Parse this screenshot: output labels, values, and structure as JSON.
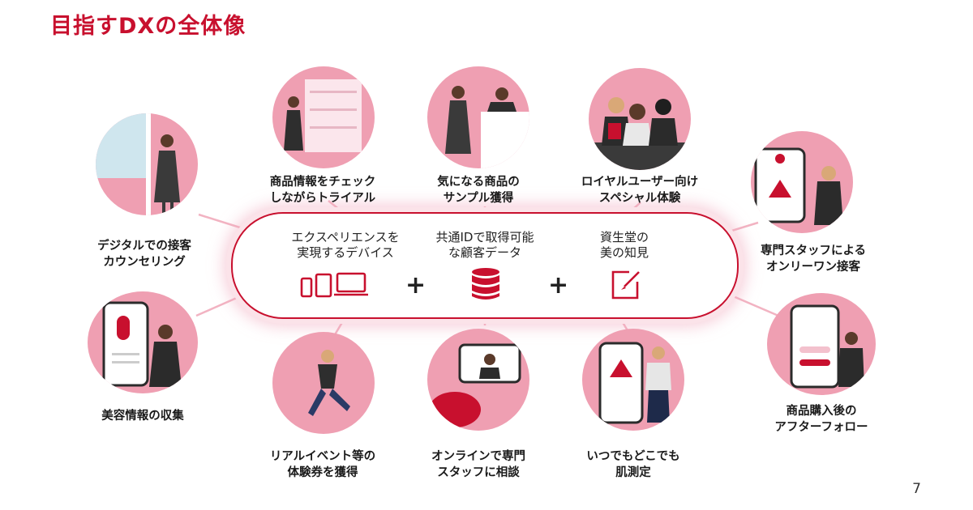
{
  "title": "目指すDXの全体像",
  "center": {
    "items": [
      {
        "line1": "エクスペリエンスを",
        "line2": "実現するデバイス",
        "icon": "devices-icon"
      },
      {
        "line1": "共通IDで取得可能",
        "line2": "な顧客データ",
        "icon": "database-icon"
      },
      {
        "line1": "資生堂の",
        "line2": "美の知見",
        "icon": "edit-icon"
      }
    ],
    "plus": "+"
  },
  "touchpoints": [
    {
      "line1": "デジタルでの接客",
      "line2": "カウンセリング"
    },
    {
      "line1": "商品情報をチェック",
      "line2": "しながらトライアル"
    },
    {
      "line1": "気になる商品の",
      "line2": "サンプル獲得"
    },
    {
      "line1": "ロイヤルユーザー向け",
      "line2": "スペシャル体験"
    },
    {
      "line1": "専門スタッフによる",
      "line2": "オンリーワン接客"
    },
    {
      "line1": "美容情報の収集",
      "line2": ""
    },
    {
      "line1": "リアルイベント等の",
      "line2": "体験券を獲得"
    },
    {
      "line1": "オンラインで専門",
      "line2": "スタッフに相談"
    },
    {
      "line1": "いつでもどこでも",
      "line2": "肌測定"
    },
    {
      "line1": "商品購入後の",
      "line2": "アフターフォロー"
    }
  ],
  "page_number": "7",
  "colors": {
    "accent": "#c8102e",
    "pink": "#ef9fb2",
    "light_pink": "#f6c6d2",
    "dark": "#2b2b2b"
  }
}
